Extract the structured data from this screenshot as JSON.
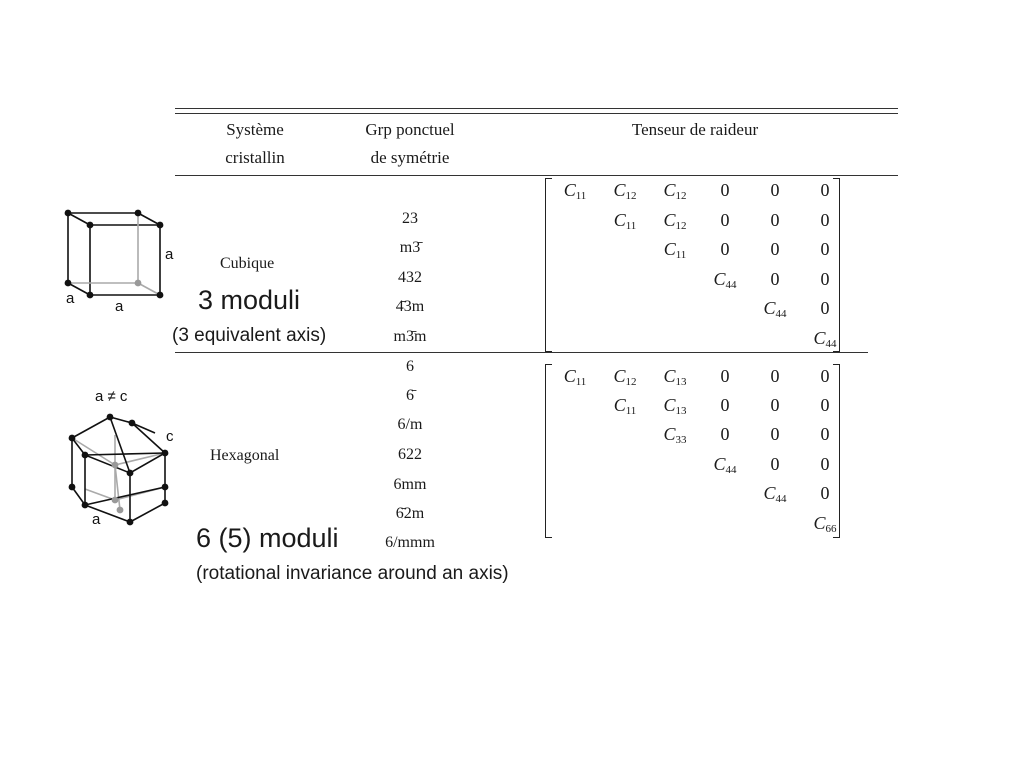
{
  "table": {
    "headers": {
      "system": [
        "Système",
        "cristallin"
      ],
      "group": [
        "Grp ponctuel",
        "de symétrie"
      ],
      "tensor": "Tenseur de raideur"
    },
    "rows": [
      {
        "system": "Cubique",
        "groups": [
          "23",
          "m3̄",
          "432",
          "4̄3m",
          "m3̄m"
        ],
        "matrix": [
          [
            "C11",
            "C12",
            "C12",
            "0",
            "0",
            "0"
          ],
          [
            "",
            "C11",
            "C12",
            "0",
            "0",
            "0"
          ],
          [
            "",
            "",
            "C11",
            "0",
            "0",
            "0"
          ],
          [
            "",
            "",
            "",
            "C44",
            "0",
            "0"
          ],
          [
            "",
            "",
            "",
            "",
            "C44",
            "0"
          ],
          [
            "",
            "",
            "",
            "",
            "",
            "C44"
          ]
        ]
      },
      {
        "system": "Hexagonal",
        "groups": [
          "6",
          "6̄",
          "6/m",
          "622",
          "6mm",
          "6̄2m",
          "6/mmm"
        ],
        "matrix": [
          [
            "C11",
            "C12",
            "C13",
            "0",
            "0",
            "0"
          ],
          [
            "",
            "C11",
            "C13",
            "0",
            "0",
            "0"
          ],
          [
            "",
            "",
            "C33",
            "0",
            "0",
            "0"
          ],
          [
            "",
            "",
            "",
            "C44",
            "0",
            "0"
          ],
          [
            "",
            "",
            "",
            "",
            "C44",
            "0"
          ],
          [
            "",
            "",
            "",
            "",
            "",
            "C66"
          ]
        ]
      }
    ]
  },
  "annotations": {
    "cubic_title": "3 moduli",
    "cubic_sub": "(3 equivalent axis)",
    "hex_title": "6 (5) moduli",
    "hex_sub": "(rotational invariance around an axis)"
  },
  "cube_labels": [
    "a",
    "a",
    "a"
  ],
  "hex_labels": [
    "a ≠ c",
    "c",
    "a"
  ]
}
